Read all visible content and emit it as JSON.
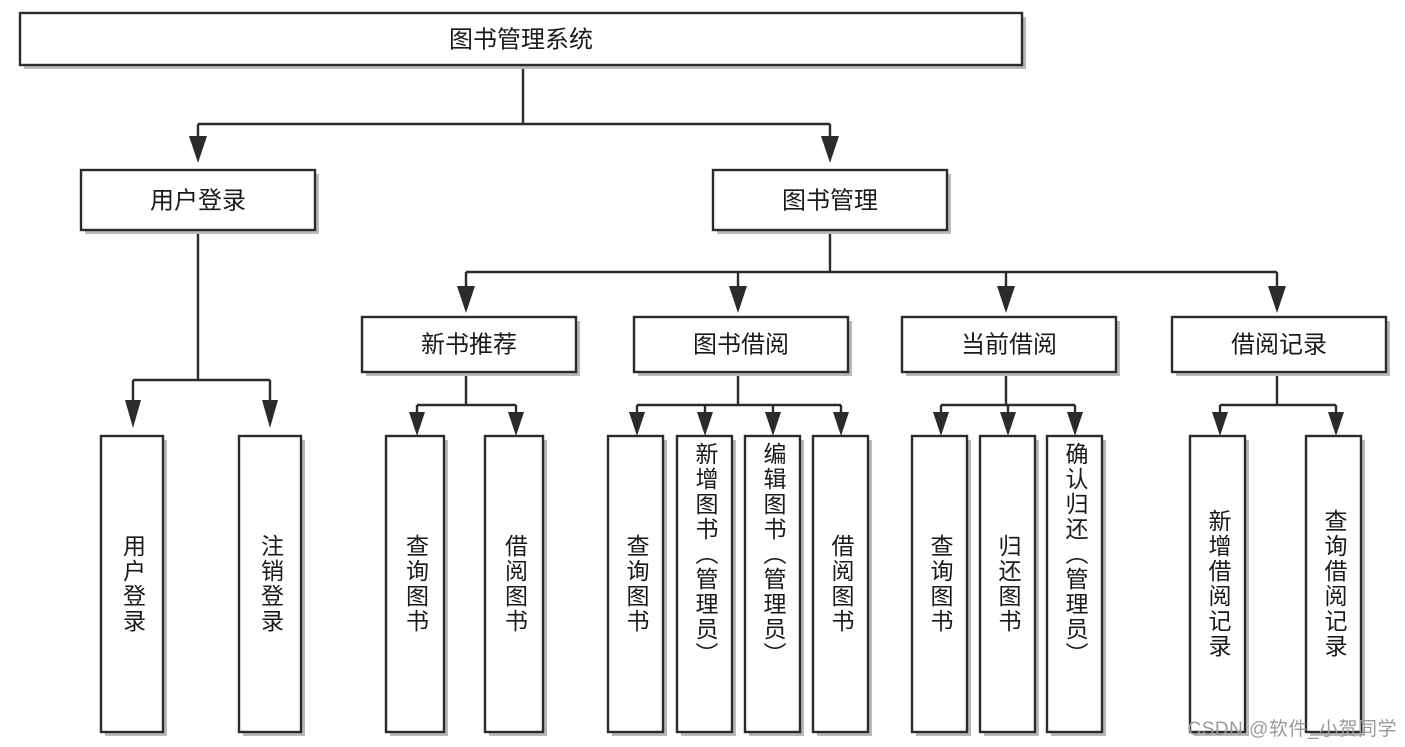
{
  "diagram": {
    "title": "图书管理系统",
    "type": "tree",
    "watermark": "CSDN @软件_小贺同学",
    "colors": {
      "stroke": "#2b2b2b",
      "fill": "#ffffff",
      "shadow": "#b9b9b9",
      "text": "#1a1a1a",
      "watermark": "#9a9a9a"
    },
    "levels": {
      "root": {
        "label": "图书管理系统"
      },
      "level2": [
        {
          "label": "用户登录"
        },
        {
          "label": "图书管理"
        }
      ],
      "level3": [
        {
          "label": "新书推荐"
        },
        {
          "label": "图书借阅"
        },
        {
          "label": "当前借阅"
        },
        {
          "label": "借阅记录"
        }
      ]
    },
    "nodes": {
      "root": "图书管理系统",
      "user_login": "用户登录",
      "book_manage": "图书管理",
      "new_book_rec": "新书推荐",
      "book_borrow": "图书借阅",
      "current_borrow": "当前借阅",
      "borrow_record": "借阅记录",
      "leaf_user_login": "用户登录",
      "leaf_logout": "注销登录",
      "leaf_query_book_1": "查询图书",
      "leaf_borrow_book_1": "借阅图书",
      "leaf_query_book_2": "查询图书",
      "leaf_add_book_admin": "新增图书（管理员）",
      "leaf_edit_book_admin": "编辑图书（管理员）",
      "leaf_borrow_book_2": "借阅图书",
      "leaf_query_book_3": "查询图书",
      "leaf_return_book": "归还图书",
      "leaf_confirm_return_admin": "确认归还（管理员）",
      "leaf_add_record": "新增借阅记录",
      "leaf_query_record": "查询借阅记录"
    },
    "tree": [
      {
        "id": "root",
        "label": "图书管理系统",
        "children": [
          {
            "id": "user-login",
            "label": "用户登录",
            "children": [
              {
                "id": "leaf-user-login",
                "label": "用户登录"
              },
              {
                "id": "leaf-logout",
                "label": "注销登录"
              }
            ]
          },
          {
            "id": "book-manage",
            "label": "图书管理",
            "children": [
              {
                "id": "new-book-rec",
                "label": "新书推荐",
                "children": [
                  {
                    "id": "leaf-query-book-1",
                    "label": "查询图书"
                  },
                  {
                    "id": "leaf-borrow-book-1",
                    "label": "借阅图书"
                  }
                ]
              },
              {
                "id": "book-borrow",
                "label": "图书借阅",
                "children": [
                  {
                    "id": "leaf-query-book-2",
                    "label": "查询图书"
                  },
                  {
                    "id": "leaf-add-book-admin",
                    "label": "新增图书（管理员）"
                  },
                  {
                    "id": "leaf-edit-book-admin",
                    "label": "编辑图书（管理员）"
                  },
                  {
                    "id": "leaf-borrow-book-2",
                    "label": "借阅图书"
                  }
                ]
              },
              {
                "id": "current-borrow",
                "label": "当前借阅",
                "children": [
                  {
                    "id": "leaf-query-book-3",
                    "label": "查询图书"
                  },
                  {
                    "id": "leaf-return-book",
                    "label": "归还图书"
                  },
                  {
                    "id": "leaf-confirm-return-admin",
                    "label": "确认归还（管理员）"
                  }
                ]
              },
              {
                "id": "borrow-record",
                "label": "借阅记录",
                "children": [
                  {
                    "id": "leaf-add-record",
                    "label": "新增借阅记录"
                  },
                  {
                    "id": "leaf-query-record",
                    "label": "查询借阅记录"
                  }
                ]
              }
            ]
          }
        ]
      }
    ]
  }
}
